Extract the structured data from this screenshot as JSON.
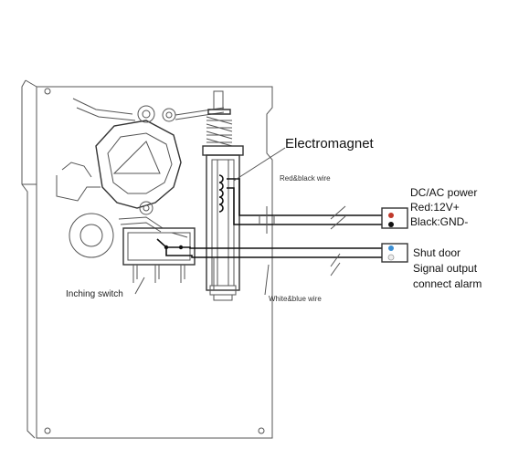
{
  "labels": {
    "electromagnet": "Electromagnet",
    "red_black_wire": "Red&black wire",
    "dc_ac_power": "DC/AC power",
    "red_12v": "Red:12V+",
    "black_gnd": "Black:GND-",
    "shut_door": "Shut  door",
    "signal_output": "Signal output",
    "connect_alarm": "connect alarm",
    "inching_switch": "Inching switch",
    "white_blue_wire": "White&blue wire"
  },
  "colors": {
    "line": "#333333",
    "red_dot": "#c0392b",
    "blue_dot": "#3b8fd4",
    "background": "#ffffff"
  }
}
